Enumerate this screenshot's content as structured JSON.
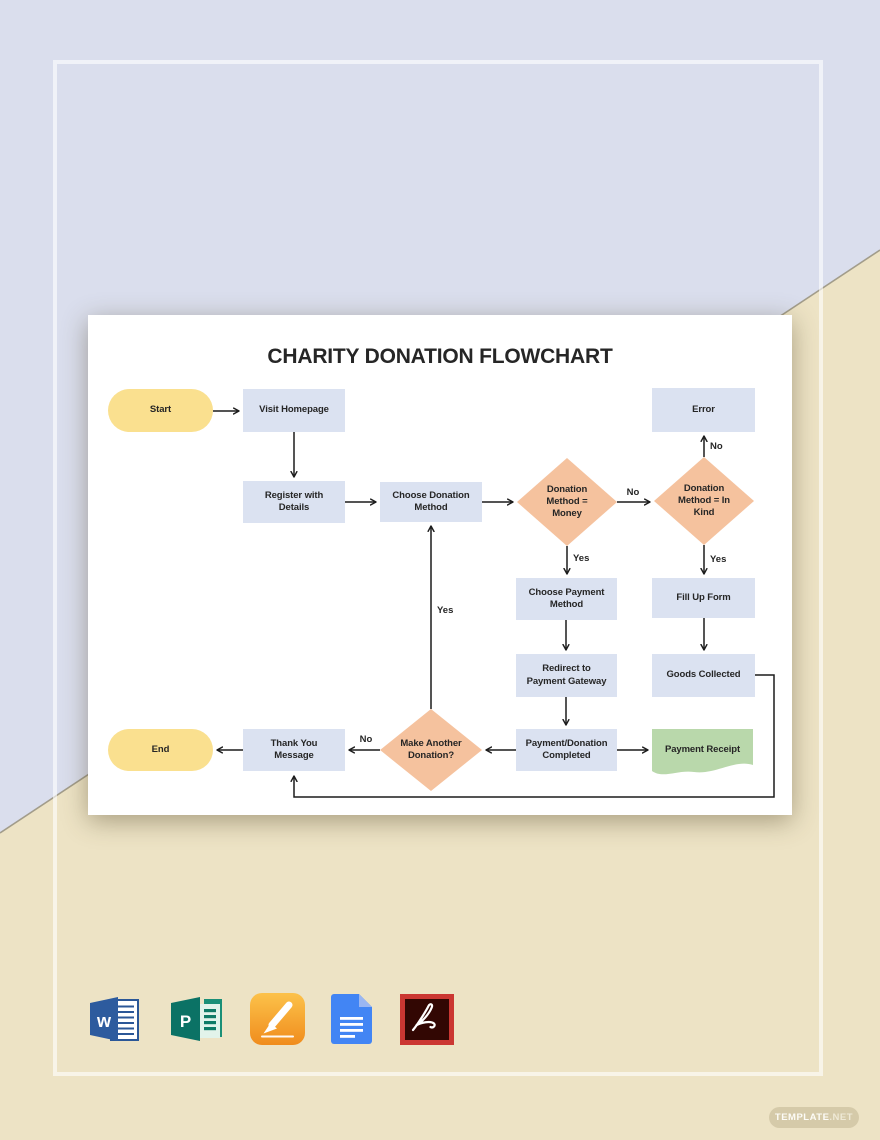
{
  "flowchart": {
    "title": "CHARITY DONATION FLOWCHART",
    "nodes": {
      "start": {
        "label": "Start",
        "type": "terminator"
      },
      "visit_homepage": {
        "label": "Visit Homepage",
        "type": "process"
      },
      "error": {
        "label": "Error",
        "type": "process"
      },
      "register": {
        "label": "Register with Details",
        "type": "process"
      },
      "choose_donation": {
        "label": "Choose Donation Method",
        "type": "process"
      },
      "method_money": {
        "label": "Donation Method = Money",
        "type": "decision"
      },
      "method_in_kind": {
        "label": "Donation Method = In Kind",
        "type": "decision"
      },
      "choose_payment": {
        "label": "Choose Payment Method",
        "type": "process"
      },
      "fill_up_form": {
        "label": "Fill Up Form",
        "type": "process"
      },
      "redirect_gateway": {
        "label": "Redirect to Payment Gateway",
        "type": "process"
      },
      "goods_collected": {
        "label": "Goods Collected",
        "type": "process"
      },
      "payment_completed": {
        "label": "Payment/Donation Completed",
        "type": "process"
      },
      "payment_receipt": {
        "label": "Payment Receipt",
        "type": "document"
      },
      "make_another": {
        "label": "Make Another Donation?",
        "type": "decision"
      },
      "thank_you": {
        "label": "Thank You Message",
        "type": "process"
      },
      "end": {
        "label": "End",
        "type": "terminator"
      }
    },
    "edge_labels": {
      "money_to_in_kind": "No",
      "in_kind_to_error": "No",
      "money_yes": "Yes",
      "in_kind_yes": "Yes",
      "loop_yes": "Yes",
      "make_another_no": "No"
    }
  },
  "app_icons": {
    "word": {
      "name": "microsoft-word",
      "letter": "w"
    },
    "publisher": {
      "name": "microsoft-publisher",
      "letter": "P"
    },
    "pages": {
      "name": "apple-pages"
    },
    "docs": {
      "name": "google-docs"
    },
    "adobe": {
      "name": "adobe-acrobat"
    }
  },
  "watermark": {
    "brand": "TEMPLATE",
    "suffix": ".NET"
  },
  "colors": {
    "background_top": "#dadeed",
    "background_bottom": "#ede3c5",
    "card": "#ffffff",
    "process_fill": "#dbe2f1",
    "decision_fill": "#f5c29e",
    "terminator_fill": "#fae08f",
    "document_fill": "#b9d8ab",
    "line": "#1c1c1c",
    "text": "#262626"
  }
}
